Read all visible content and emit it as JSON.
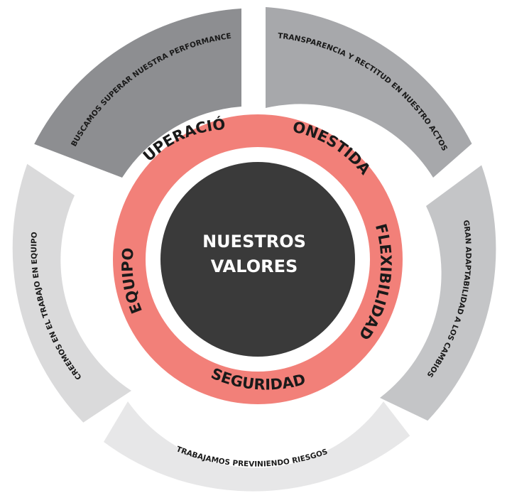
{
  "center": {
    "line1": "NUESTROS",
    "line2": "VALORES",
    "color": "#3a3a3a"
  },
  "values_ring": {
    "color": "#f28079",
    "items": [
      {
        "key": "superacion",
        "label": "SUPERACIÓN"
      },
      {
        "key": "honestidad",
        "label": "HONESTIDAD"
      },
      {
        "key": "flexibilidad",
        "label": "FLEXIBILIDAD"
      },
      {
        "key": "seguridad",
        "label": "SEGURIDAD"
      },
      {
        "key": "equipo",
        "label": "EQUIPO"
      }
    ]
  },
  "outer_segments": [
    {
      "key": "superacion",
      "text": "BUSCAMOS SUPERAR NUESTRA PERFORMANCE",
      "color": "#8d8e91"
    },
    {
      "key": "honestidad",
      "text": "TRANSPARENCIA Y RECTITUD EN NUESTRO ACTOS",
      "color": "#a7a8ab"
    },
    {
      "key": "flexibilidad",
      "text": "GRAN ADAPTABILIDAD A LOS CAMBIOS",
      "color": "#c4c5c7"
    },
    {
      "key": "seguridad",
      "text": "TRABAJAMOS PREVINIENDO RIESGOS",
      "color": "#e7e7e8"
    },
    {
      "key": "equipo",
      "text": "CREEMOS EN EL TRABAJO EN EQUIPO",
      "color": "#dadadb"
    }
  ]
}
